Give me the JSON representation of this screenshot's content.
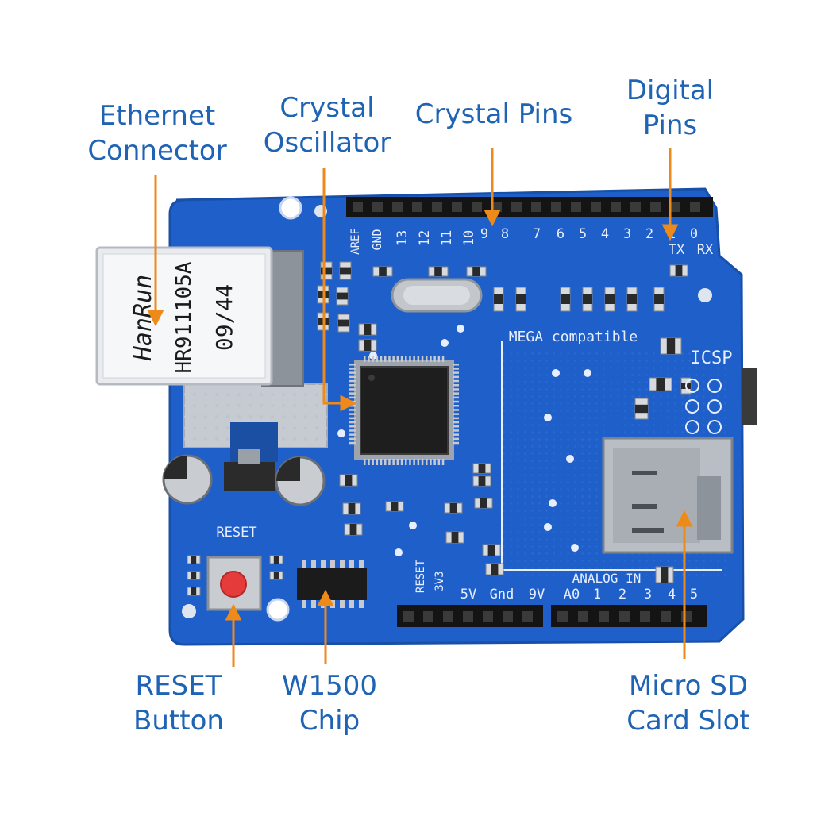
{
  "callouts": {
    "ethernet_connector": [
      "Ethernet",
      "Connector"
    ],
    "crystal_oscillator": [
      "Crystal",
      "Oscillator"
    ],
    "crystal_pins": [
      "Crystal Pins"
    ],
    "digital_pins": [
      "Digital",
      "Pins"
    ],
    "reset_button": [
      "RESET",
      "Button"
    ],
    "w1500_chip": [
      "W1500",
      "Chip"
    ],
    "micro_sd_slot": [
      "Micro SD",
      "Card Slot"
    ]
  },
  "board": {
    "jack_brand": "HanRun",
    "jack_model": "HR911105A",
    "jack_code": "09/44",
    "mega_label": "MEGA compatible",
    "icsp_label": "ICSP",
    "reset_label": "RESET",
    "analog_label": "ANALOG IN",
    "digital_pin_labels": [
      "AREF",
      "GND",
      "13",
      "12",
      "11",
      "10",
      "9",
      "8",
      "7",
      "6",
      "5",
      "4",
      "3",
      "2",
      "1",
      "0"
    ],
    "tx_label": "TX",
    "rx_label": "RX",
    "power_pin_labels": [
      "RESET",
      "3V3",
      "5V",
      "Gnd",
      "9V"
    ],
    "analog_pin_labels": [
      "A0",
      "1",
      "2",
      "3",
      "4",
      "5"
    ]
  },
  "colors": {
    "pcb": "#1f5fc9",
    "callout_text": "#1f63b5",
    "leader_line": "#ee8a1a",
    "header": "#141414"
  }
}
